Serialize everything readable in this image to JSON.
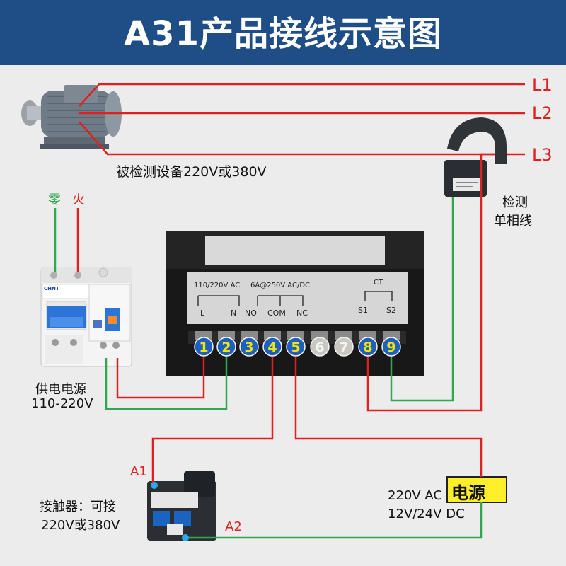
{
  "title": "A31产品接线示意图",
  "phase_labels": [
    "L1",
    "L2",
    "L3"
  ],
  "equipment_label": "被检测设备220V或380V",
  "detect_label": [
    "检测",
    "单相线"
  ],
  "neutral_label": "零",
  "live_label": "火",
  "supply_label": [
    "供电电源",
    "110-220V"
  ],
  "contactor_label": [
    "接触器：可接",
    "220V或380V"
  ],
  "a1_label": "A1",
  "a2_label": "A2",
  "power_badge": "电源",
  "power_spec": [
    "220V AC",
    "12V/24V DC"
  ],
  "breaker_brand": "CHNT",
  "meter": {
    "power_spec": "110/220V AC",
    "relay_spec": "6A@250V AC/DC",
    "ct_label": "CT",
    "terminal_labels": [
      "L",
      "N",
      "NO",
      "COM",
      "NC",
      "S1",
      "S2"
    ],
    "terminal_numbers": [
      "1",
      "2",
      "3",
      "4",
      "5",
      "6",
      "7",
      "8",
      "9"
    ]
  },
  "colors": {
    "title_bg": "#1f4e86",
    "wire_red": "#e02020",
    "wire_green": "#2fa84f",
    "terminal_blue": "#1e5fbf",
    "terminal_number": "#f2e600",
    "badge_yellow": "#ffef2a"
  }
}
